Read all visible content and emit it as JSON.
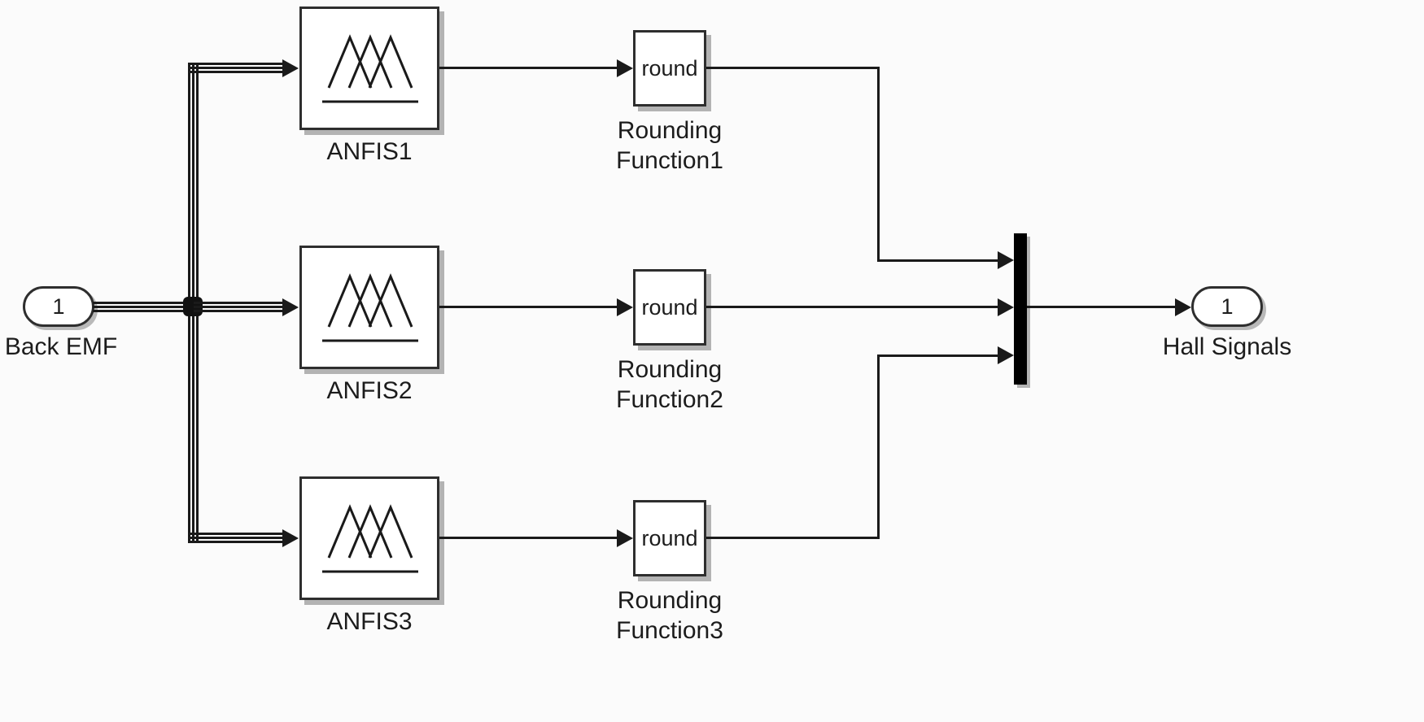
{
  "colors": {
    "background": "#fbfbfb",
    "line": "#1a1a1a",
    "block_fill": "#ffffff",
    "block_border": "#2e2e2e",
    "shadow": "#b3b3b3",
    "mux_fill": "#000000"
  },
  "ports": {
    "input": {
      "number": "1",
      "label": "Back EMF"
    },
    "output": {
      "number": "1",
      "label": "Hall Signals"
    }
  },
  "anfis": [
    {
      "label": "ANFIS1",
      "icon": "membership-functions-icon"
    },
    {
      "label": "ANFIS2",
      "icon": "membership-functions-icon"
    },
    {
      "label": "ANFIS3",
      "icon": "membership-functions-icon"
    }
  ],
  "rounding": [
    {
      "op": "round",
      "label": "Rounding\nFunction1"
    },
    {
      "op": "round",
      "label": "Rounding\nFunction2"
    },
    {
      "op": "round",
      "label": "Rounding\nFunction3"
    }
  ]
}
